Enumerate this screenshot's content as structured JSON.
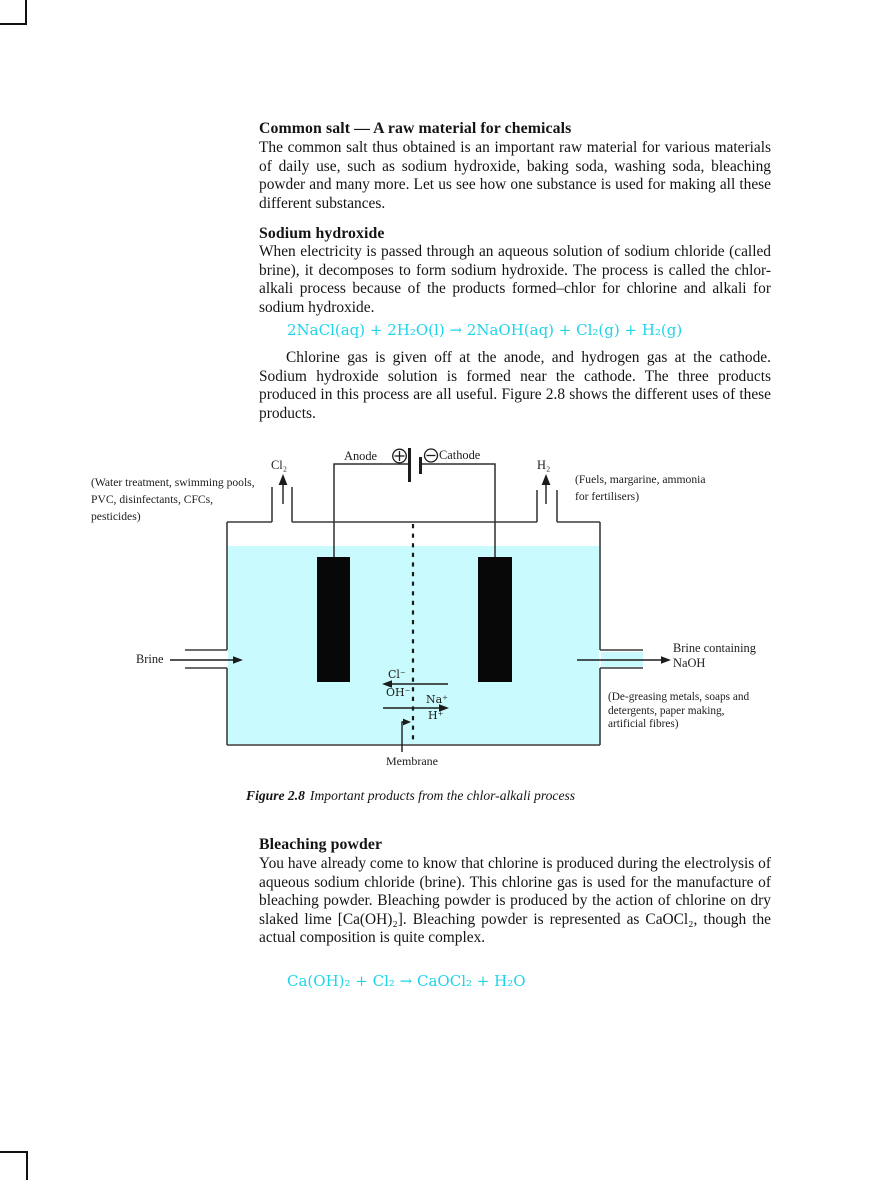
{
  "article": {
    "heading_common_salt": "Common salt — A raw material for chemicals",
    "para_common_salt": "The common salt thus obtained is an important raw material for various materials of daily use, such as sodium hydroxide, baking soda, washing soda, bleaching powder and many more. Let us see how one substance is used for making all these different substances.",
    "heading_sodium_hydroxide": "Sodium hydroxide",
    "para_sodium_hydroxide": "When electricity is passed through an aqueous solution of sodium chloride (called brine), it decomposes to form sodium hydroxide. The process is called the chlor-alkali process because of the products formed–chlor for chlorine and alkali for sodium hydroxide.",
    "equation_chlor_alkali": "2NaCl(aq) + 2H₂O(l) → 2NaOH(aq) + Cl₂(g) + H₂(g)",
    "para_products": "Chlorine gas is given off at the anode, and hydrogen gas at the cathode. Sodium hydroxide solution is formed near the cathode. The three products produced in this process are all useful. Figure 2.8 shows the different uses of these products.",
    "figure_caption": {
      "label": "Figure 2.8",
      "text": "Important products from the chlor-alkali process"
    },
    "heading_bleaching_powder": "Bleaching powder",
    "para_bleaching_powder": "You have already come to know that chlorine is produced during the electrolysis of aqueous sodium chloride (brine). This chlorine gas is used for the manufacture of bleaching powder. Bleaching powder is produced by the action of chlorine on dry slaked lime [Ca(OH)₂]. Bleaching powder is represented as CaOCl₂, though the actual composition is quite complex.",
    "equation_bleaching": "Ca(OH)₂ + Cl₂ → CaOCl₂ + H₂O"
  },
  "diagram": {
    "anode_label": "Anode",
    "cathode_label": "Cathode",
    "chlorine_gas_label": "Cl₂",
    "hydrogen_gas_label": "H₂",
    "chlorine_uses": "(Water treatment, swimming pools,\nPVC, disinfectants, CFCs,\npesticides)",
    "hydrogen_uses": "(Fuels, margarine, ammonia\nfor fertilisers)",
    "brine_inlet_label": "Brine",
    "naoh_outlet_label": "Brine containing\nNaOH",
    "naoh_uses": "(De-greasing metals, soaps and\ndetergents, paper making,\nartificial fibres)",
    "ion_chloride": "Cl⁻",
    "ion_hydroxide": "OH⁻",
    "ion_sodium": "Na⁺",
    "ion_hydrogen": "H⁺",
    "membrane_label": "Membrane"
  },
  "colors": {
    "equation_cyan": "#1fd4e9",
    "tank_liquid": "#c9fafd",
    "diagram_line": "#3c3c3c",
    "electrode_black": "#080808"
  }
}
